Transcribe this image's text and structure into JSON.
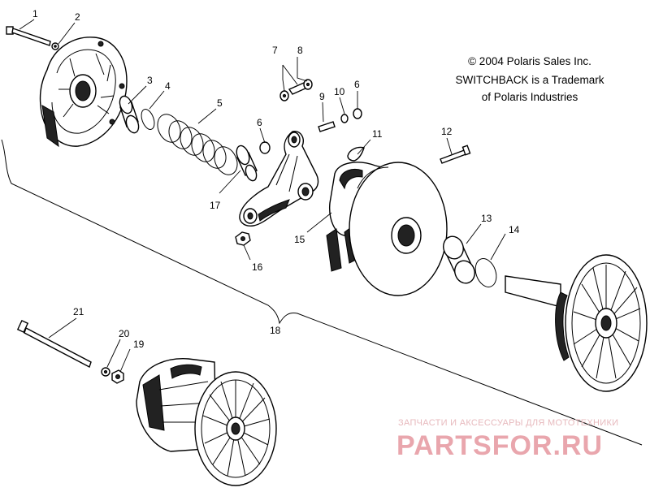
{
  "labels": {
    "p1": "1",
    "p2": "2",
    "p3": "3",
    "p4": "4",
    "p5": "5",
    "p6a": "6",
    "p6b": "6",
    "p7": "7",
    "p8": "8",
    "p9": "9",
    "p10": "10",
    "p11": "11",
    "p12": "12",
    "p13": "13",
    "p14": "14",
    "p15": "15",
    "p16": "16",
    "p17": "17",
    "p18": "18",
    "p19": "19",
    "p20": "20",
    "p21": "21"
  },
  "copyright": {
    "line1": "© 2004 Polaris Sales Inc.",
    "line2": "SWITCHBACK is a Trademark",
    "line3": "of Polaris Industries"
  },
  "watermark": {
    "tagline": "ЗАПЧАСТИ И АКСЕССУАРЫ ДЛЯ МОТОТЕХНИКИ",
    "logo": "PARTSFOR.RU"
  },
  "colors": {
    "line": "#000000",
    "watermark": "#e9a6ad",
    "background": "#ffffff"
  }
}
